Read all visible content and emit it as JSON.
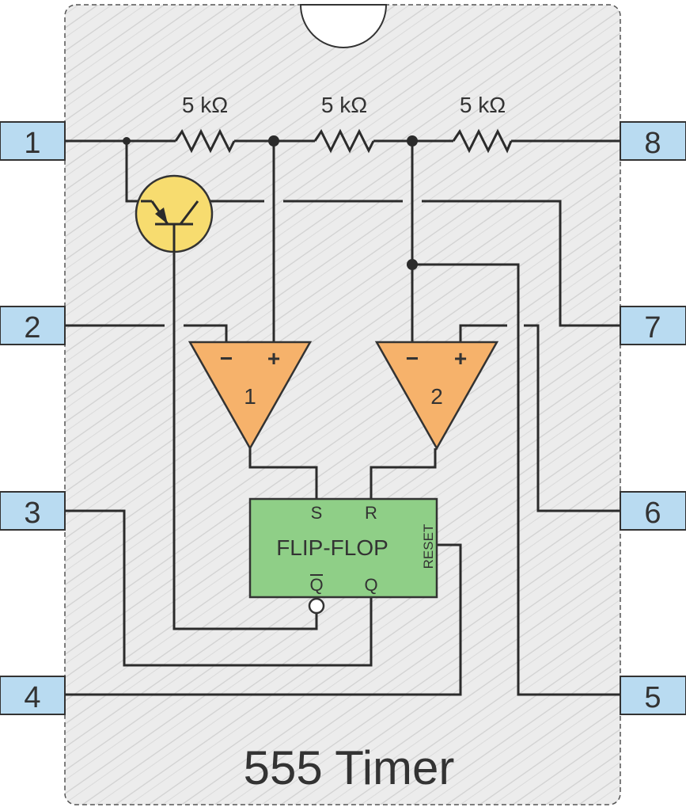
{
  "chip": {
    "title": "555 Timer",
    "body_color": "#e9e9e9",
    "pin_color": "#b9dbf1",
    "pins": {
      "p1": "1",
      "p2": "2",
      "p3": "3",
      "p4": "4",
      "p5": "5",
      "p6": "6",
      "p7": "7",
      "p8": "8"
    }
  },
  "resistors": {
    "r1": "5 kΩ",
    "r2": "5 kΩ",
    "r3": "5 kΩ"
  },
  "comparators": {
    "c1": {
      "label": "1",
      "minus": "−",
      "plus": "+"
    },
    "c2": {
      "label": "2",
      "minus": "−",
      "plus": "+"
    },
    "color": "#f6b26b"
  },
  "flipflop": {
    "title": "FLIP-FLOP",
    "s": "S",
    "r": "R",
    "qbar": "Q",
    "q": "Q",
    "reset": "RESET",
    "color": "#8fcf87"
  },
  "transistor": {
    "color": "#f7dc6f",
    "icon": "npn-transistor-icon"
  }
}
